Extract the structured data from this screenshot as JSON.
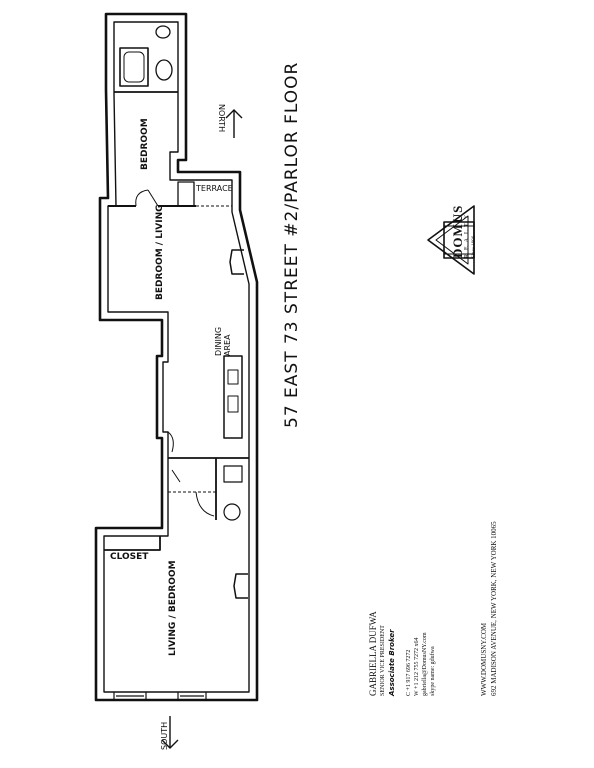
{
  "plan": {
    "rooms": {
      "bedroom_top": "BEDROOM",
      "terrace": "TERRACE",
      "bedroom_living": "BEDROOM / LIVING",
      "dining": "DINING AREA",
      "closet": "CLOSET",
      "living_bedroom": "LIVING / BEDROOM"
    },
    "title": "57 EAST 73 STREET  #2/PARLOR FLOOR",
    "north": "NORTH",
    "south": "SOUTH"
  },
  "logo": {
    "name": "DOMUS",
    "sub": "REALTY",
    "since": "Since 1996"
  },
  "agent": {
    "name": "GABRIELLA DUFWA",
    "title": "SENIOR VICE PRESIDENT",
    "role": "Associate Broker",
    "cell": "C +1 917 696 7272",
    "work": "W +1 212 755 7272 x64",
    "email": "gabriella@DomusNY.com",
    "skype": "skype name: gdufwa",
    "website": "WWW.DOMUSNY.COM",
    "address": "692 MADISON AVENUE, NEW YORK, NEW YORK 10065"
  },
  "colors": {
    "ink": "#111111",
    "paper": "#ffffff"
  }
}
